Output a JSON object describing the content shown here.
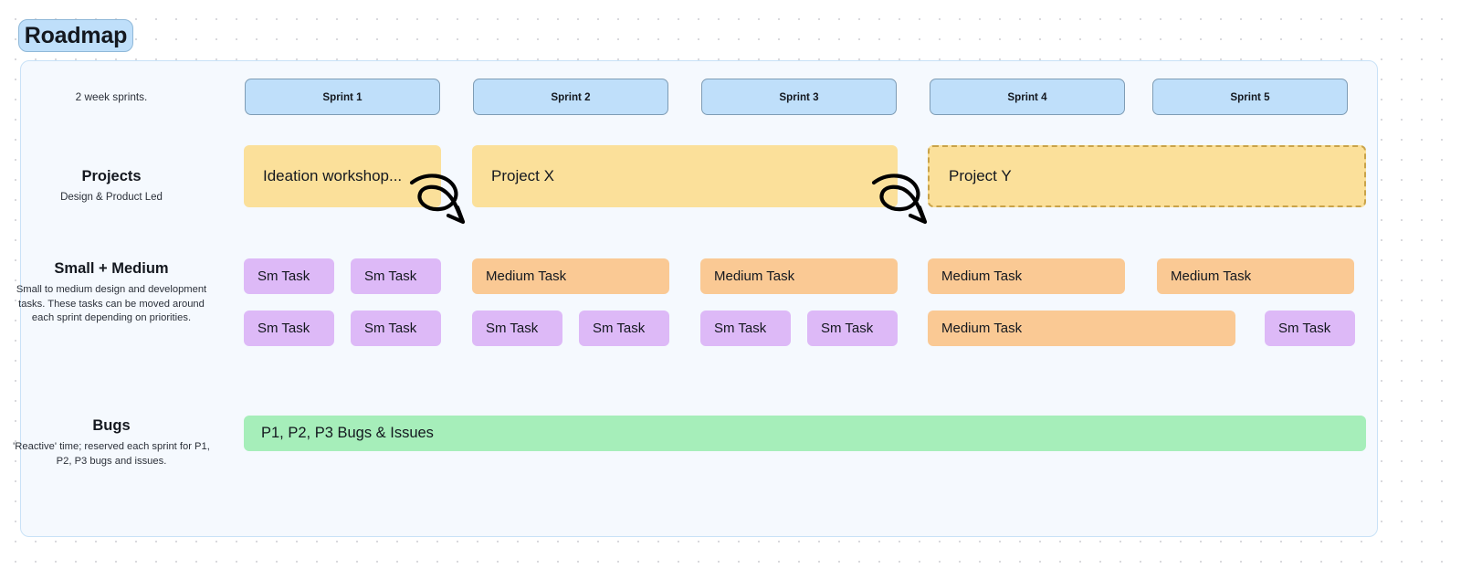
{
  "title_badge": {
    "label": "Roadmap"
  },
  "sprint_note": "2 week sprints.",
  "sprints": [
    {
      "label": "Sprint 1"
    },
    {
      "label": "Sprint 2"
    },
    {
      "label": "Sprint 3"
    },
    {
      "label": "Sprint 4"
    },
    {
      "label": "Sprint 5"
    }
  ],
  "rows": {
    "projects": {
      "title": "Projects",
      "subtitle": "Design & Product Led",
      "bars": [
        {
          "label": "Ideation workshop...",
          "style": "solid"
        },
        {
          "label": "Project X",
          "style": "solid"
        },
        {
          "label": "Project Y",
          "style": "dashed"
        }
      ]
    },
    "small_medium": {
      "title": "Small + Medium",
      "subtitle": "Small to medium design and development tasks. These tasks can be moved around each sprint depending on priorities.",
      "row1": [
        {
          "label": "Sm Task",
          "size": "sm"
        },
        {
          "label": "Sm Task",
          "size": "sm"
        },
        {
          "label": "Medium Task",
          "size": "med"
        },
        {
          "label": "Medium Task",
          "size": "med"
        },
        {
          "label": "Medium Task",
          "size": "med"
        },
        {
          "label": "Medium Task",
          "size": "med"
        }
      ],
      "row2": [
        {
          "label": "Sm Task",
          "size": "sm"
        },
        {
          "label": "Sm Task",
          "size": "sm"
        },
        {
          "label": "Sm Task",
          "size": "sm"
        },
        {
          "label": "Sm Task",
          "size": "sm"
        },
        {
          "label": "Sm Task",
          "size": "sm"
        },
        {
          "label": "Sm Task",
          "size": "sm"
        },
        {
          "label": "Medium Task",
          "size": "med"
        },
        {
          "label": "Sm Task",
          "size": "sm"
        }
      ]
    },
    "bugs": {
      "title": "Bugs",
      "subtitle": "'Reactive' time; reserved each sprint for P1, P2, P3 bugs and issues.",
      "bar": {
        "label": "P1, P2, P3 Bugs & Issues"
      }
    }
  },
  "annotations": [
    {
      "name": "loop-arrow-1"
    },
    {
      "name": "loop-arrow-2"
    }
  ],
  "colors": {
    "sprint_fill": "#bfdffa",
    "sprint_border": "#7e9cb5",
    "project_fill": "#fbe09a",
    "project_dash_border": "#c9a349",
    "task_sm_fill": "#ddb9f7",
    "task_med_fill": "#fac994",
    "bugs_fill": "#a6eeba",
    "panel_fill": "#f5f9fe",
    "panel_border": "#c9e2f7",
    "text": "#14181f"
  }
}
